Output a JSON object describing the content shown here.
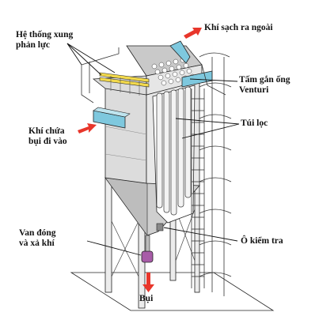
{
  "labels": {
    "jet_pulse_system": {
      "line1": "Hệ thống xung",
      "line2": "phản lực"
    },
    "clean_air_out": "Khí sạch ra ngoài",
    "venturi_plate": {
      "line1": "Tấm gắn ống",
      "line2": "Venturi"
    },
    "filter_bags": "Túi lọc",
    "dusty_air_in": {
      "line1": "Khí chứa",
      "line2": "bụi đi vào"
    },
    "valve": {
      "line1": "Van đóng",
      "line2": "và xả khí"
    },
    "inspection_door": "Ô kiểm tra",
    "dust_out": "Bụi"
  },
  "colors": {
    "arrow_red": "#e8362b",
    "duct_blue": "#7ec8de",
    "pulse_pipe_yellow": "#f2d94c",
    "valve_purple": "#a85ca8",
    "housing_grey": "#d6d6d6"
  }
}
